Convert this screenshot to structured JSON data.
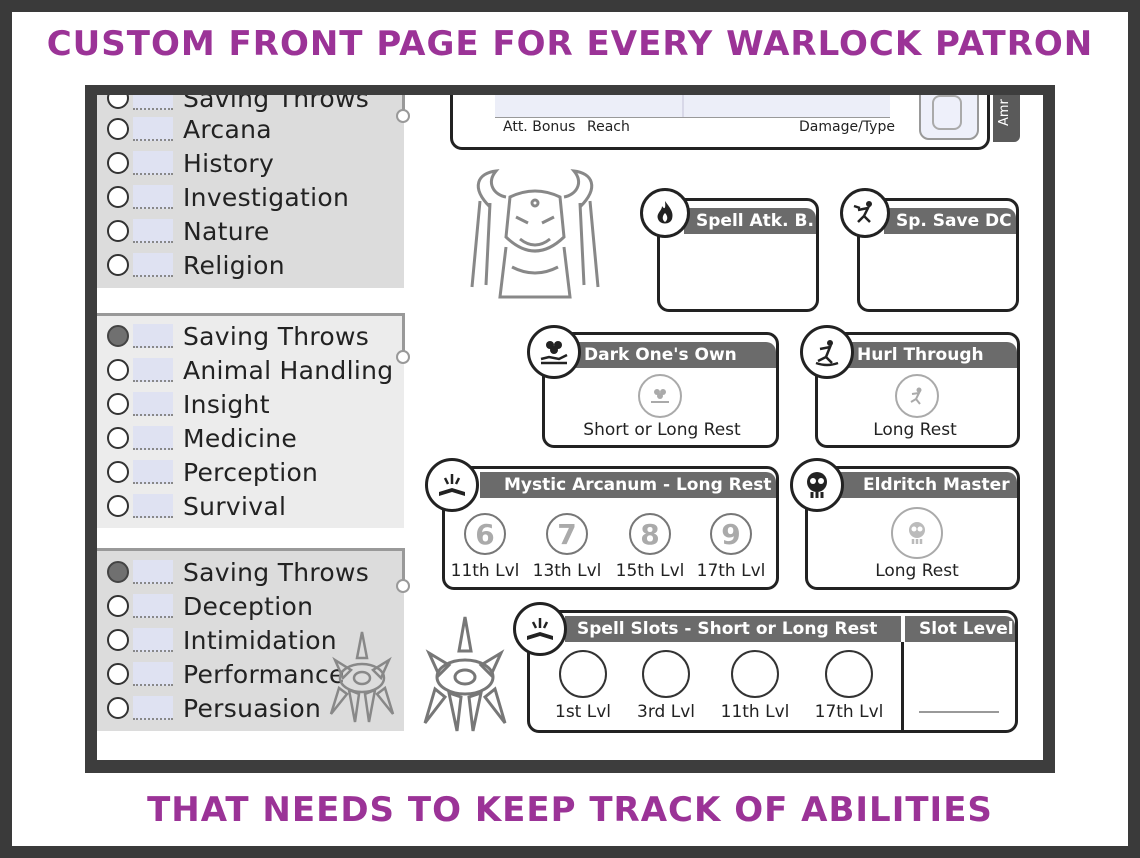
{
  "banner": {
    "top": "CUSTOM FRONT PAGE FOR EVERY WARLOCK PATRON",
    "bottom": "THAT NEEDS TO KEEP TRACK OF ABILITIES"
  },
  "attack": {
    "att_bonus_label": "Att. Bonus",
    "reach_label": "Reach",
    "damage_label": "Damage/Type",
    "side_tab": "Amr"
  },
  "skills_int": {
    "partial": "Saving Throws",
    "items": [
      "Arcana",
      "History",
      "Investigation",
      "Nature",
      "Religion"
    ]
  },
  "skills_wis": {
    "items": [
      "Saving Throws",
      "Animal Handling",
      "Insight",
      "Medicine",
      "Perception",
      "Survival"
    ]
  },
  "skills_cha": {
    "items": [
      "Saving Throws",
      "Deception",
      "Intimidation",
      "Performance",
      "Persuasion"
    ]
  },
  "spell_attack": {
    "title": "Spell Atk. B."
  },
  "spell_save": {
    "title": "Sp. Save DC"
  },
  "dark_ones_luck": {
    "title": "Dark One's Own Luck",
    "recharge": "Short or Long Rest"
  },
  "hurl_through_hell": {
    "title": "Hurl Through Hell",
    "recharge": "Long Rest"
  },
  "mystic_arcanum": {
    "title": "Mystic Arcanum - Long Rest",
    "levels": [
      {
        "num": "6",
        "label": "11th Lvl"
      },
      {
        "num": "7",
        "label": "13th Lvl"
      },
      {
        "num": "8",
        "label": "15th Lvl"
      },
      {
        "num": "9",
        "label": "17th Lvl"
      }
    ]
  },
  "eldritch_master": {
    "title": "Eldritch Master",
    "recharge": "Long Rest"
  },
  "spell_slots": {
    "title": "Spell Slots - Short or Long Rest",
    "slot_level_title": "Slot Level",
    "slots": [
      "1st Lvl",
      "3rd Lvl",
      "11th Lvl",
      "17th Lvl"
    ]
  },
  "colors": {
    "banner": "#9b3397",
    "header": "#6b6b6b",
    "panel_gray": "#dcdcdc",
    "panel_light": "#ececec"
  }
}
